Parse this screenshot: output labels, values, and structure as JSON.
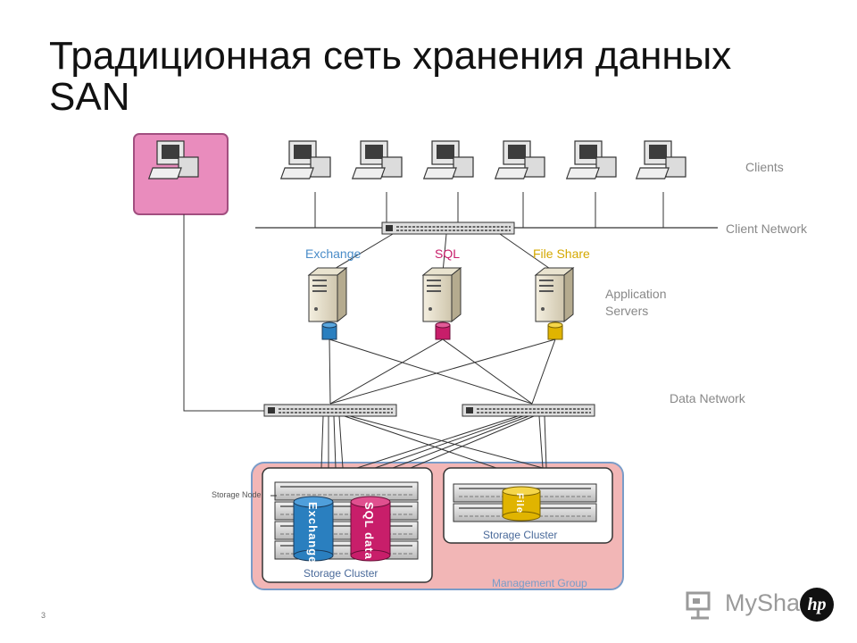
{
  "title": {
    "line1": "Традиционная сеть хранения данных",
    "line2": "SAN"
  },
  "labels": {
    "clients": "Clients",
    "client_network": "Client Network",
    "exchange": "Exchange",
    "sql": "SQL",
    "file_share": "File Share",
    "application_servers_1": "Application",
    "application_servers_2": "Servers",
    "data_network": "Data Network",
    "storage_node": "Storage Node",
    "storage_cluster_left": "Storage Cluster",
    "storage_cluster_right": "Storage Cluster",
    "management_group": "Management Group",
    "volume_exchange": "Exchange",
    "volume_sql": "SQL data",
    "volume_file": "File"
  },
  "page_number": "3",
  "brand": {
    "text": "MyShar",
    "logo": "hp"
  },
  "colors": {
    "exchange": "#2a7fbf",
    "sql": "#c81e6a",
    "file_share": "#e0b400",
    "mgmt_pink": "#f2b6b6",
    "mgmt_border": "#7a9cc8",
    "admin_pink": "#e98cbd"
  },
  "icons": [
    "client-computer-icon",
    "server-icon",
    "network-switch-icon",
    "storage-node-icon",
    "database-cylinder-icon"
  ]
}
